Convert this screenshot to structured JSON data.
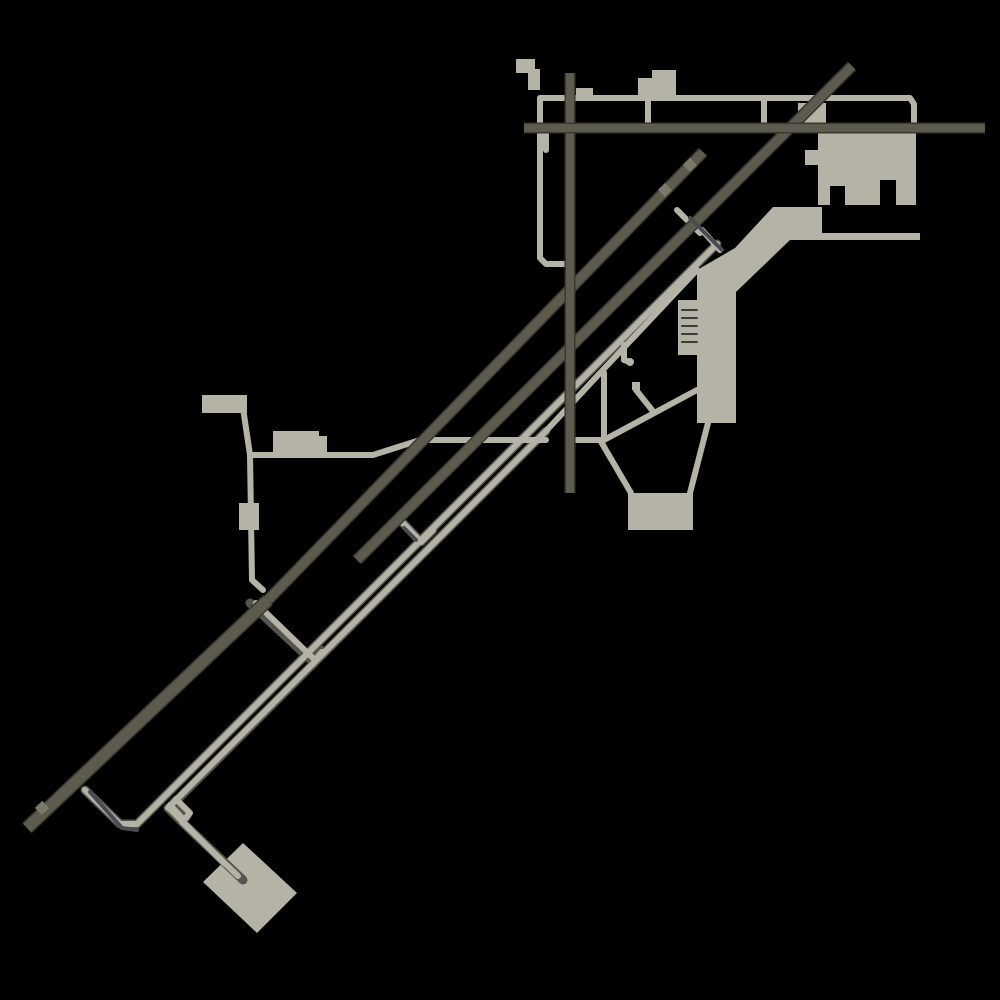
{
  "map": {
    "colors": {
      "background": "#000000",
      "runway": "#5d5b4d",
      "runway_edge": "#3a392f",
      "taxiway": "#b5b3a5",
      "taxiway_edge": "#5a5a55",
      "apron": "#b5b3a5",
      "shadow": "#4a4a52"
    },
    "runways": [
      {
        "id": "rwy-a"
      },
      {
        "id": "rwy-b"
      },
      {
        "id": "rwy-c"
      },
      {
        "id": "rwy-d"
      }
    ]
  }
}
